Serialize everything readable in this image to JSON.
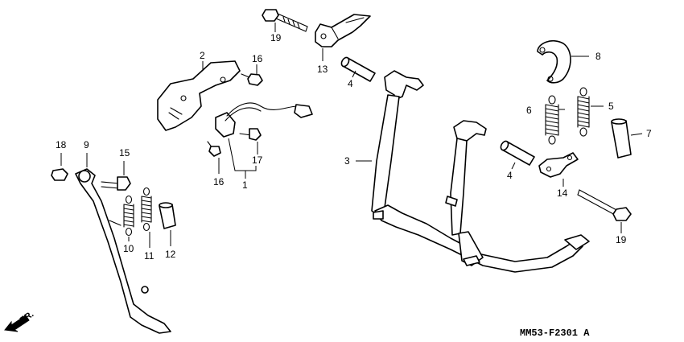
{
  "callouts": {
    "c1": "1",
    "c2": "2",
    "c3": "3",
    "c4a": "4",
    "c4b": "4",
    "c5": "5",
    "c6": "6",
    "c7": "7",
    "c8": "8",
    "c9": "9",
    "c10": "10",
    "c11": "11",
    "c12": "12",
    "c13": "13",
    "c14": "14",
    "c15": "15",
    "c16a": "16",
    "c16b": "16",
    "c17": "17",
    "c18": "18",
    "c19a": "19",
    "c19b": "19"
  },
  "front_marker": "FR.",
  "diagram_code": "MM53-F2301 A"
}
